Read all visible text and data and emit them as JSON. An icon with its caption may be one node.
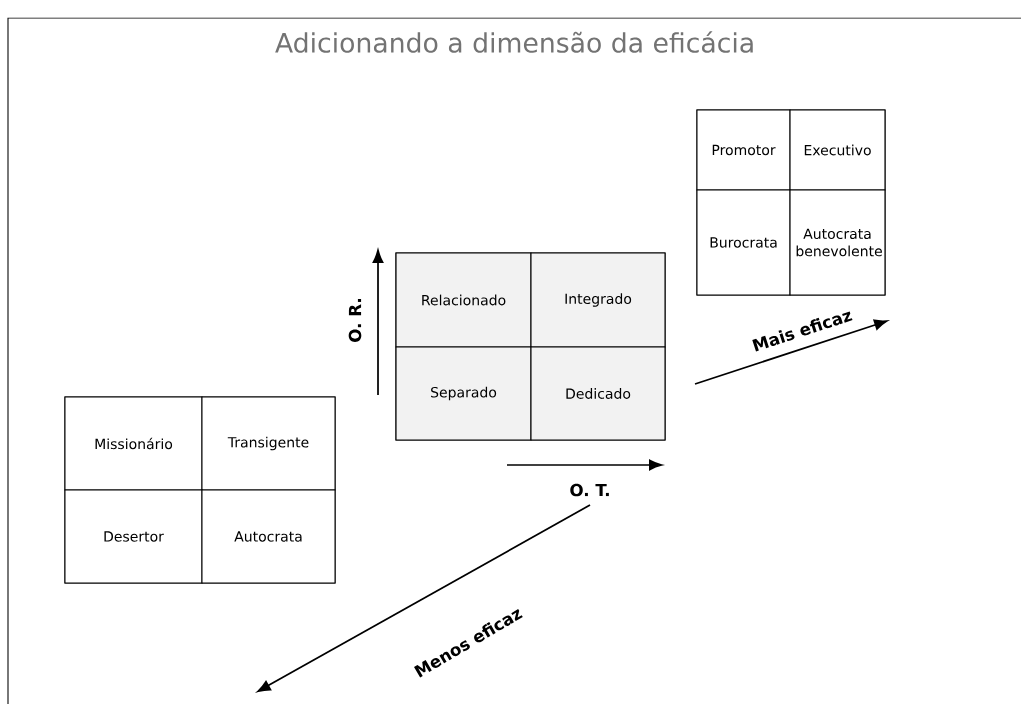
{
  "diagram": {
    "title": "Adicionando a dimensão da eficácia",
    "nodes": [
      {
        "text": [],
        "shape": "box"
      },
      {
        "text": [
          "Promotor"
        ],
        "in": 0
      },
      {
        "text": [
          "Executivo"
        ],
        "in": 0
      },
      {
        "text": [
          "Burocrata"
        ],
        "in": 0
      },
      {
        "text": [
          "Autocrata benevolente"
        ],
        "in": 0
      },
      {
        "text": [],
        "shape": "box"
      },
      {
        "text": [
          "Relacionado"
        ],
        "in": 5
      },
      {
        "text": [
          "Integrado"
        ],
        "in": 5
      },
      {
        "text": [
          "Separado"
        ],
        "in": 5
      },
      {
        "text": [
          "Dedicado"
        ],
        "in": 5
      },
      {
        "text": [],
        "shape": "box"
      },
      {
        "text": [
          "Missionário"
        ],
        "in": 10
      },
      {
        "text": [
          "Transigente"
        ],
        "in": 10
      },
      {
        "text": [
          "Desertor"
        ],
        "in": 10
      },
      {
        "text": [
          "Autocrata"
        ],
        "in": 10
      }
    ],
    "labels": [
      "O. R.",
      "O. T.",
      "Mais eficaz",
      "Menos eficaz"
    ]
  }
}
